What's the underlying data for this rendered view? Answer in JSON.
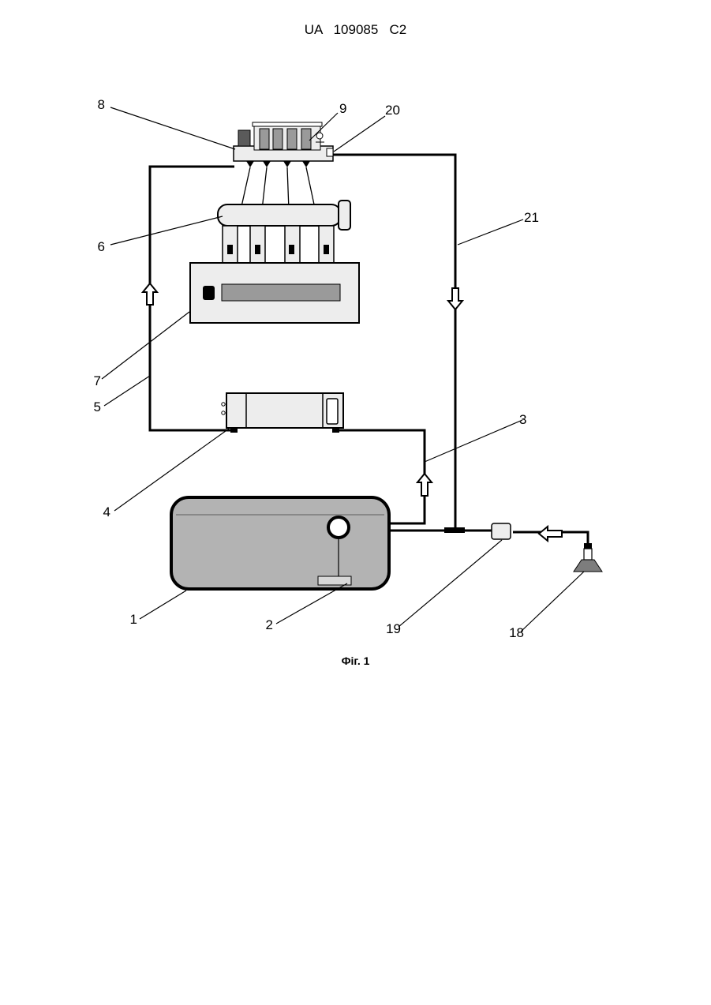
{
  "header": {
    "doc_number": "UA   109085   C2"
  },
  "figure": {
    "caption": "Фіг. 1",
    "labels": {
      "l1": "1",
      "l2": "2",
      "l3": "3",
      "l4": "4",
      "l5": "5",
      "l6": "6",
      "l7": "7",
      "l8": "8",
      "l9": "9",
      "l18": "18",
      "l19": "19",
      "l20": "20",
      "l21": "21"
    }
  },
  "colors": {
    "line": "#000000",
    "component_fill": "#ededed",
    "tank_fill": "#b3b3b3",
    "dark_fill": "#5a5a5a",
    "slot_fill": "#9a9a9a",
    "bottle_fill": "#7d7d7d"
  }
}
